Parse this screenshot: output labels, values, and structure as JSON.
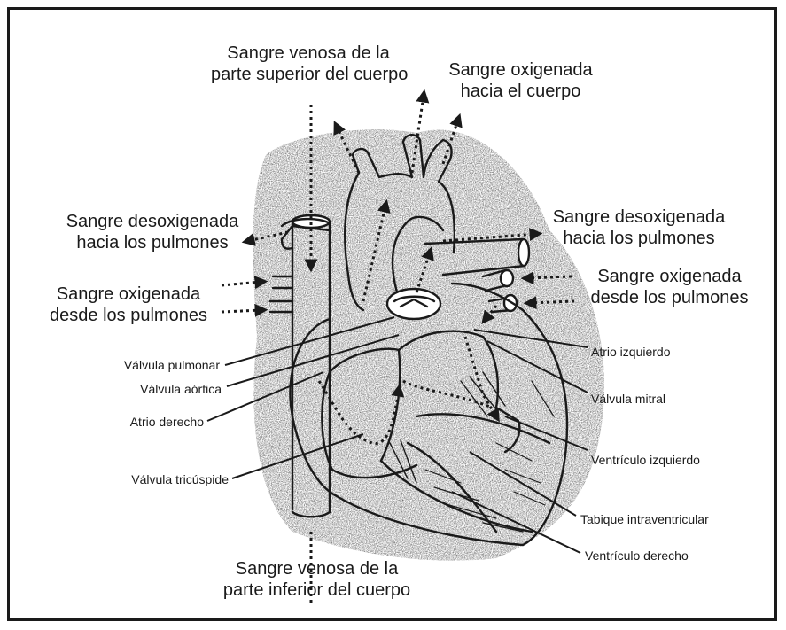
{
  "labels": {
    "sangre_venosa_superior": [
      "Sangre venosa de la",
      "parte superior del cuerpo"
    ],
    "oxigenada_hacia_cuerpo": [
      "Sangre oxigenada",
      "hacia el cuerpo"
    ],
    "desoxigenada_izquierda": [
      "Sangre desoxigenada",
      "hacia los pulmones"
    ],
    "desoxigenada_derecha": [
      "Sangre desoxigenada",
      "hacia los pulmones"
    ],
    "oxigenada_desde_izquierda": [
      "Sangre oxigenada",
      "desde los pulmones"
    ],
    "oxigenada_desde_derecha": [
      "Sangre oxigenada",
      "desde los pulmones"
    ],
    "sangre_venosa_inferior": [
      "Sangre venosa de la",
      "parte inferior del cuerpo"
    ],
    "valvula_pulmonar": "Válvula pulmonar",
    "valvula_aortica": "Válvula aórtica",
    "atrio_derecho": "Atrio derecho",
    "valvula_tricuspide": "Válvula tricúspide",
    "atrio_izquierdo": "Atrio izquierdo",
    "valvula_mitral": "Válvula mitral",
    "ventriculo_izquierdo": "Ventrículo izquierdo",
    "tabique_intraventricular": "Tabique intraventricular",
    "ventriculo_derecho": "Ventrículo derecho"
  },
  "colors": {
    "ink": "#1a1a1a",
    "paper": "#ffffff",
    "shade": "#bdbdbd"
  }
}
